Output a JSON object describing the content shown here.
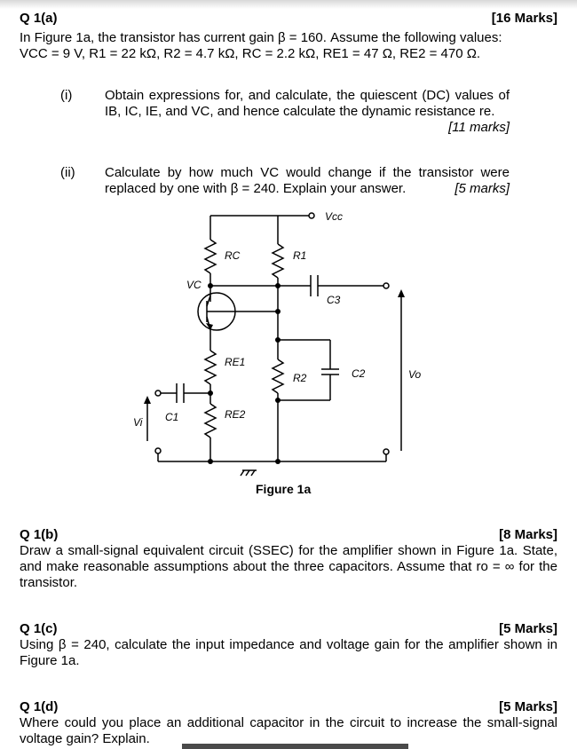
{
  "q1a": {
    "heading": "Q 1(a)",
    "marks": "[16 Marks]",
    "intro_1": "In Figure 1a, the transistor has current gain β = 160. Assume the following values:",
    "values": "VCC = 9 V, R1 = 22 kΩ, R2 = 4.7 kΩ, RC = 2.2 kΩ, RE1 = 47 Ω, RE2 = 470 Ω.",
    "part_i": {
      "num": "(i)",
      "text": "Obtain expressions for, and calculate, the quiescent (DC) values of IB, IC, IE, and VC, and hence calculate the dynamic resistance re.",
      "marks": "[11 marks]"
    },
    "part_ii": {
      "num": "(ii)",
      "text": "Calculate by how much VC would change if the transistor were replaced by one with β = 240. Explain your answer.",
      "marks": "[5 marks]"
    }
  },
  "figure": {
    "caption": "Figure 1a",
    "labels": {
      "vcc": "Vcc",
      "rc": "RC",
      "r1": "R1",
      "vc": "VC",
      "c3": "C3",
      "re1": "RE1",
      "r2": "R2",
      "c2": "C2",
      "vo": "Vo",
      "c1": "C1",
      "re2": "RE2",
      "vi": "Vi"
    }
  },
  "q1b": {
    "heading": "Q 1(b)",
    "marks": "[8 Marks]",
    "text": "Draw a small-signal equivalent circuit (SSEC) for the amplifier shown in Figure 1a. State, and make reasonable assumptions about the three capacitors. Assume that ro = ∞ for the transistor."
  },
  "q1c": {
    "heading": "Q 1(c)",
    "marks": "[5 Marks]",
    "text": "Using β = 240, calculate the input impedance and voltage gain for the amplifier shown in Figure 1a."
  },
  "q1d": {
    "heading": "Q 1(d)",
    "marks": "[5 Marks]",
    "text": "Where could you place an additional capacitor in the circuit to increase the small-signal voltage gain? Explain."
  }
}
